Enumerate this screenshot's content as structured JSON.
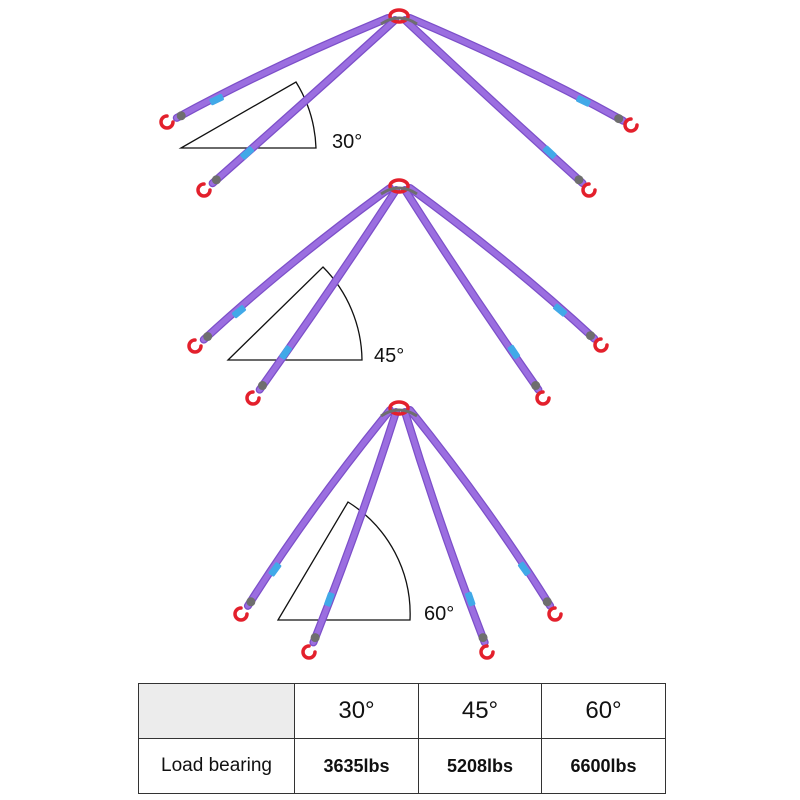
{
  "colors": {
    "strap": "#9b6ee0",
    "strap_edge": "#7c4fc9",
    "hook": "#e3202c",
    "master_link": "#e3202c",
    "label_tag": "#41a9e8",
    "fitting": "#6e6e6e",
    "angle_line": "#111111"
  },
  "diagrams": [
    {
      "angle_label": "30°",
      "angle_value": 30
    },
    {
      "angle_label": "45°",
      "angle_value": 45
    },
    {
      "angle_label": "60°",
      "angle_value": 60
    }
  ],
  "table": {
    "corner": "",
    "angles": [
      "30°",
      "45°",
      "60°"
    ],
    "row_label": "Load bearing",
    "loads": [
      "3635lbs",
      "5208lbs",
      "6600lbs"
    ]
  }
}
